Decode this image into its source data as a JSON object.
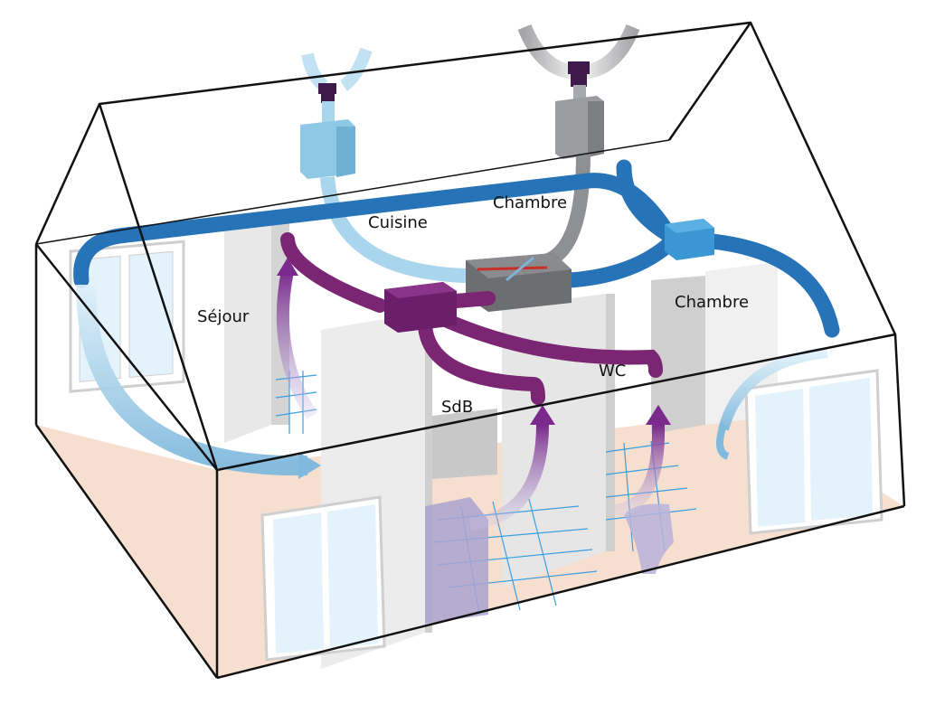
{
  "diagram": {
    "title": "",
    "rooms": [
      {
        "id": "sejour",
        "label": "Séjour"
      },
      {
        "id": "cuisine",
        "label": "Cuisine"
      },
      {
        "id": "chambre1",
        "label": "Chambre"
      },
      {
        "id": "chambre2",
        "label": "Chambre"
      },
      {
        "id": "sdb",
        "label": "SdB"
      },
      {
        "id": "wc",
        "label": "WC"
      }
    ],
    "components": [
      {
        "id": "fresh-air-intake",
        "kind": "roof intake with fresh air inflow"
      },
      {
        "id": "exhaust-outlet",
        "kind": "roof exhaust with stale air outflow"
      },
      {
        "id": "heat-exchanger",
        "kind": "heat recovery unit"
      },
      {
        "id": "extract-plenum",
        "kind": "extract air collector (purple)"
      },
      {
        "id": "supply-plenum",
        "kind": "supply air distributor (blue)"
      }
    ],
    "flows": [
      {
        "id": "fresh-air",
        "color": "#8cc8e4",
        "from": "fresh-air-intake",
        "to": "heat-exchanger"
      },
      {
        "id": "exhaust-air",
        "color": "#8a8c90",
        "from": "heat-exchanger",
        "to": "exhaust-outlet"
      },
      {
        "id": "supply-air",
        "color": "#2673b8",
        "from": "supply-plenum",
        "to": [
          "sejour",
          "chambre1",
          "chambre2"
        ]
      },
      {
        "id": "extract-air",
        "color": "#7a2672",
        "from": [
          "sejour",
          "cuisine",
          "sdb",
          "wc"
        ],
        "to": "extract-plenum"
      }
    ],
    "colors": {
      "supply": "#2673b8",
      "fresh": "#8cc8e4",
      "extract": "#7a2672",
      "exhaust": "#8a8c90",
      "floor": "#f6dfcf",
      "wall": "#e6e6e6",
      "tile": "#3b9ee0"
    }
  }
}
